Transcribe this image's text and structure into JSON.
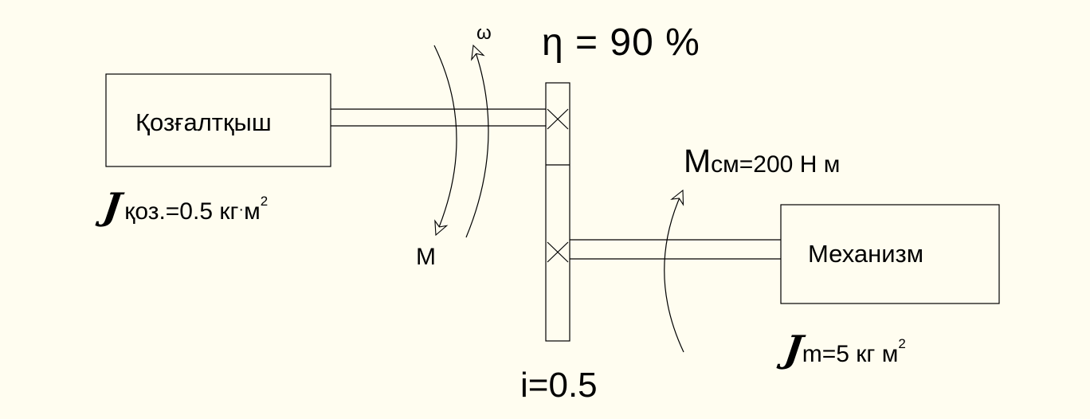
{
  "motor": {
    "label": "Қозғалтқыш"
  },
  "mechanism": {
    "label": "Механизм"
  },
  "efficiency": {
    "text": "η = 90 %"
  },
  "gear_ratio": {
    "text": "i=0.5"
  },
  "motor_rotation": {
    "omega_label": "ω",
    "torque_label": "М"
  },
  "load_torque": {
    "symbol": "М",
    "subscript": "см",
    "value": "=200 Н м"
  },
  "motor_inertia": {
    "symbol": "J",
    "text": "қоз.=0.5 кг",
    "dot": "·",
    "unit": "м",
    "exponent": "2"
  },
  "mechanism_inertia": {
    "symbol": "J",
    "text": "m=5 кг м",
    "exponent": "2"
  },
  "colors": {
    "background": "#fffdf0",
    "lines": "#000000"
  }
}
